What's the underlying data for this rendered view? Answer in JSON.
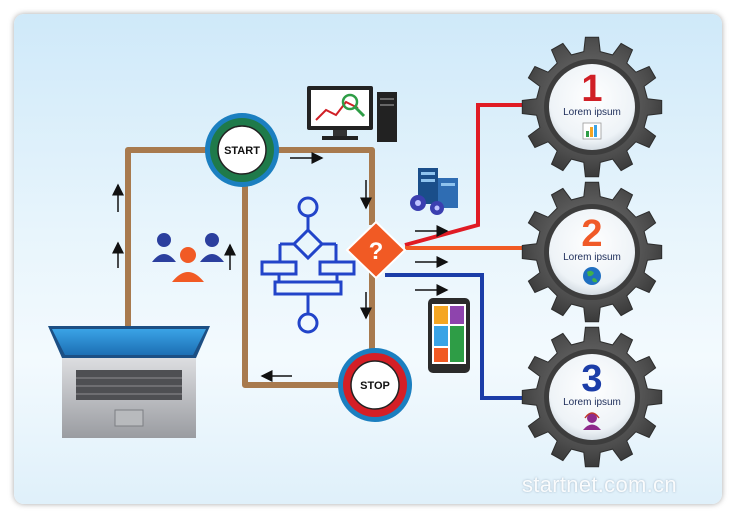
{
  "diagram": {
    "start_label": "START",
    "stop_label": "STOP",
    "decision_symbol": "?",
    "gears": [
      {
        "number": "1",
        "label": "Lorem ipsum",
        "number_color": "#d01f26",
        "icon": "bar-chart-icon"
      },
      {
        "number": "2",
        "label": "Lorem ipsum",
        "number_color": "#f05a28",
        "icon": "globe-icon"
      },
      {
        "number": "3",
        "label": "Lorem ipsum",
        "number_color": "#1b3da8",
        "icon": "support-agent-icon"
      }
    ],
    "icons": [
      "laptop-icon",
      "monitor-icon",
      "server-gears-icon",
      "team-icon",
      "flowchart-icon",
      "tablet-icon"
    ],
    "colors": {
      "loop_path": "#a87a4e",
      "start_ring": "#1f7a4a",
      "stop_ring": "#d51f26",
      "decision": "#f15a24",
      "line_red": "#e01b24",
      "line_orange": "#f15a24",
      "line_blue": "#1b3da8",
      "gear": "#5b5b5b"
    }
  },
  "watermark": "startnet.com.cn"
}
